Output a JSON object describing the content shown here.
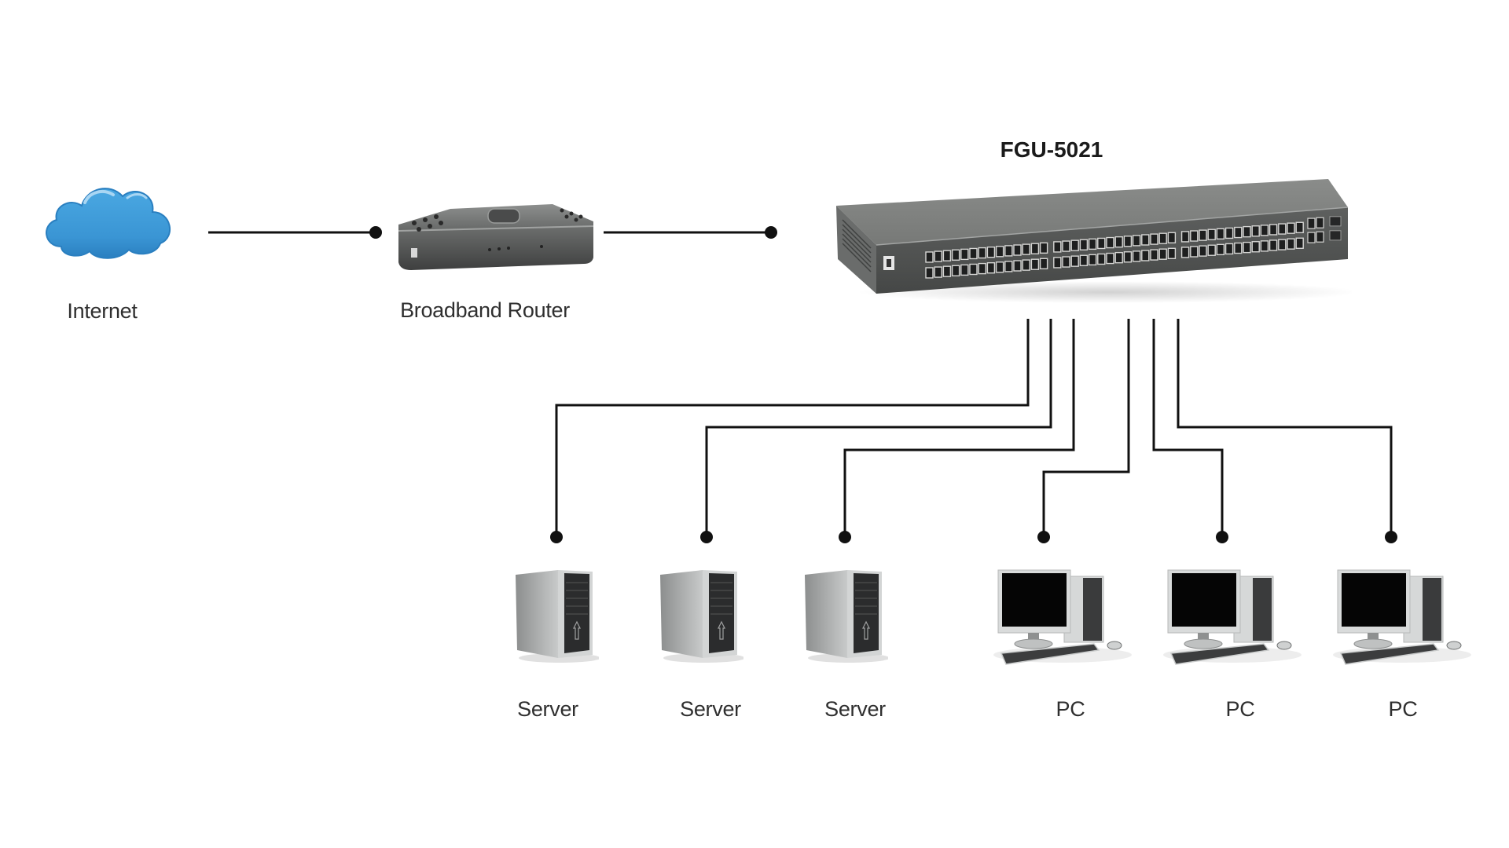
{
  "diagram": {
    "type": "network-topology",
    "title": "FGU-5021",
    "nodes": [
      {
        "id": "internet",
        "label": "Internet",
        "kind": "cloud",
        "icon": "cloud-icon"
      },
      {
        "id": "router",
        "label": "Broadband Router",
        "kind": "router",
        "icon": "router-icon"
      },
      {
        "id": "switch",
        "label": "FGU-5021",
        "kind": "switch",
        "icon": "switch-icon"
      },
      {
        "id": "server1",
        "label": "Server",
        "kind": "server",
        "icon": "server-tower-icon"
      },
      {
        "id": "server2",
        "label": "Server",
        "kind": "server",
        "icon": "server-tower-icon"
      },
      {
        "id": "server3",
        "label": "Server",
        "kind": "server",
        "icon": "server-tower-icon"
      },
      {
        "id": "pc1",
        "label": "PC",
        "kind": "pc",
        "icon": "desktop-pc-icon"
      },
      {
        "id": "pc2",
        "label": "PC",
        "kind": "pc",
        "icon": "desktop-pc-icon"
      },
      {
        "id": "pc3",
        "label": "PC",
        "kind": "pc",
        "icon": "desktop-pc-icon"
      }
    ],
    "edges": [
      {
        "from": "internet",
        "to": "router"
      },
      {
        "from": "router",
        "to": "switch"
      },
      {
        "from": "switch",
        "to": "server1"
      },
      {
        "from": "switch",
        "to": "server2"
      },
      {
        "from": "switch",
        "to": "server3"
      },
      {
        "from": "switch",
        "to": "pc1"
      },
      {
        "from": "switch",
        "to": "pc2"
      },
      {
        "from": "switch",
        "to": "pc3"
      }
    ],
    "colors": {
      "line": "#111111",
      "cloud": "#3d9ad8",
      "cloud_shade": "#2a7fc0",
      "device_gray": "#6b6e6c",
      "label_text": "#2f2f2f"
    }
  }
}
